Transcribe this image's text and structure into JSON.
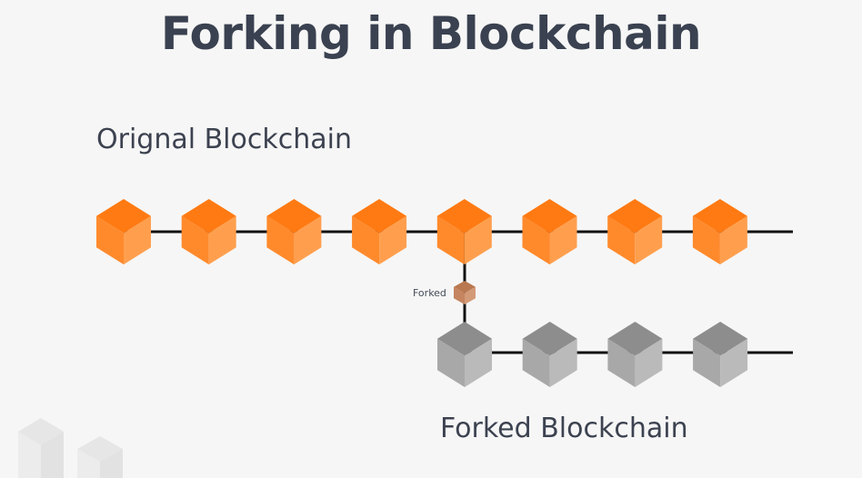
{
  "title": "Forking in Blockchain",
  "original_chain": {
    "label": "Orignal Blockchain",
    "block_count": 8,
    "color_top": "#ff7a12",
    "color_left": "#ff8a2c",
    "color_right": "#ff9f4e"
  },
  "fork_point": {
    "label": "Forked",
    "color": "#c58560"
  },
  "forked_chain": {
    "label": "Forked Blockchain",
    "block_count": 4,
    "color_top": "#8d8d8d",
    "color_left": "#a8a8a8",
    "color_right": "#bababa"
  },
  "line_color": "#111111"
}
